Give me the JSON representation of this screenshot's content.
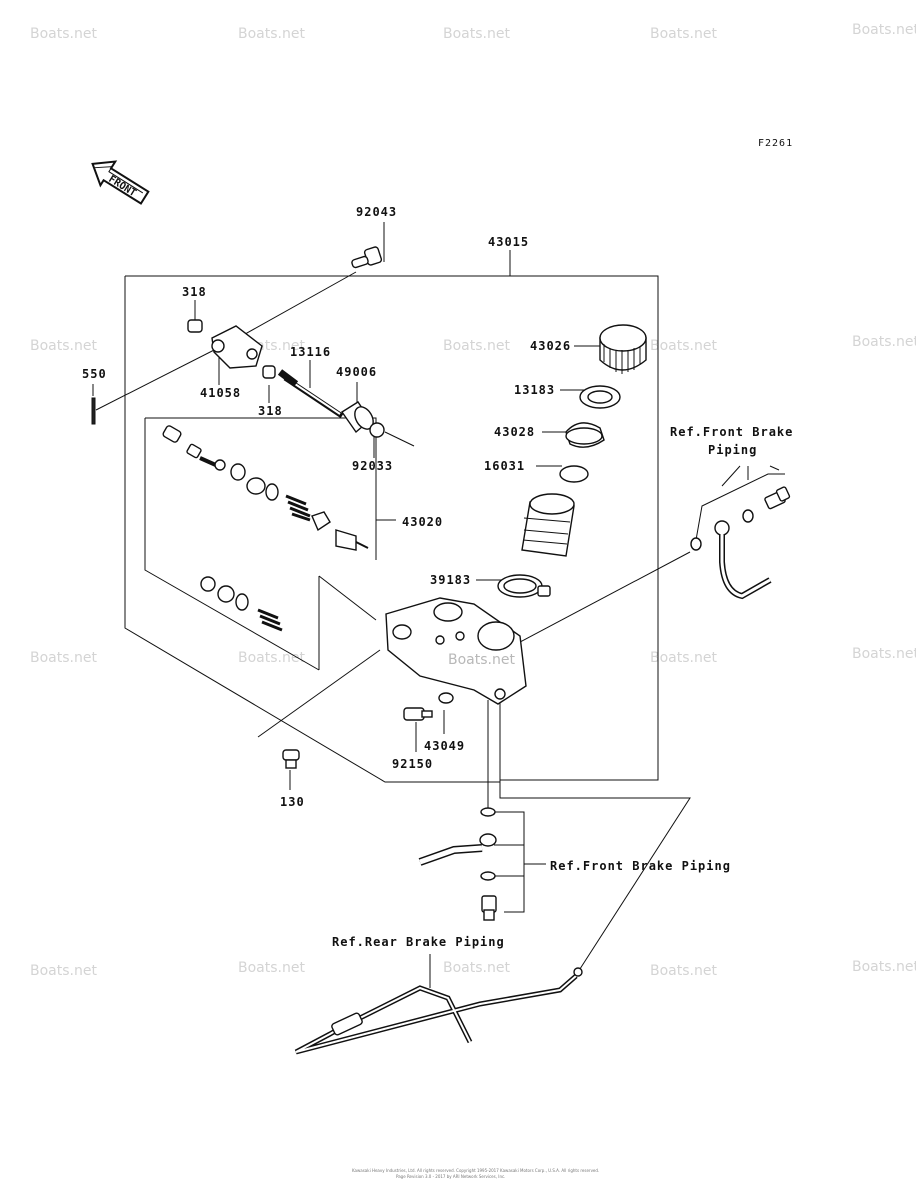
{
  "figure_code": "F2261",
  "front_label": "FRONT",
  "watermark": "Boats.net",
  "center_watermark": "Boats.net",
  "parts": {
    "p92043": "92043",
    "p43015": "43015",
    "p318a": "318",
    "p318b": "318",
    "p550": "550",
    "p41058": "41058",
    "p13116": "13116",
    "p49006": "49006",
    "p92033": "92033",
    "p43026": "43026",
    "p13183": "13183",
    "p43028": "43028",
    "p16031": "16031",
    "p43020": "43020",
    "p39183": "39183",
    "p43049": "43049",
    "p92150": "92150",
    "p130": "130"
  },
  "refs": {
    "front_brake_top_line1": "Ref.Front Brake",
    "front_brake_top_line2": "Piping",
    "front_brake_lower": "Ref.Front Brake Piping",
    "rear_brake": "Ref.Rear Brake Piping"
  },
  "footer": {
    "line1": "Kawasaki Heavy Industries, Ltd. All rights reserved. Copyright 1995-2017 Kawasaki Motors Corp., U.S.A. All rights reserved.",
    "line2": "Page Revision 3.0 - 2017 by ARI Network Services, Inc."
  }
}
